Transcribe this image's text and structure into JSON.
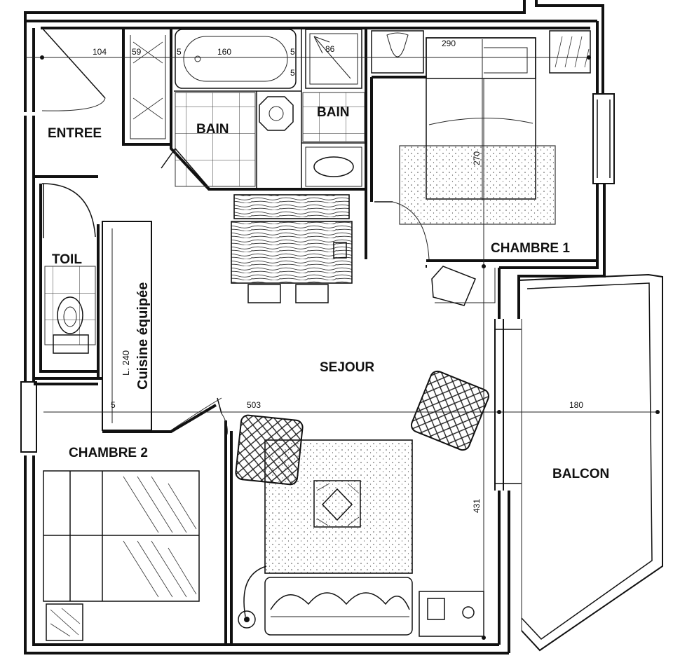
{
  "rooms": {
    "entree": "ENTREE",
    "bain_left": "BAIN",
    "bain_right": "BAIN",
    "toil": "TOIL",
    "kitchen": "Cuisine équipée",
    "kitchen_length": "L. 240",
    "sejour": "SEJOUR",
    "chambre1": "CHAMBRE 1",
    "chambre2": "CHAMBRE 2",
    "balcon": "BALCON"
  },
  "dimensions": {
    "entree_width": "104",
    "closet_width": "59",
    "bath_width": "160",
    "shower_width": "86",
    "bed1_width": "290",
    "bed1_length": "270",
    "sejour_width": "503",
    "sejour_depth": "431",
    "balcon_width": "180",
    "s_mark_1": "5",
    "s_mark_2": "5",
    "s_mark_3": "5",
    "s_mark_4": "5"
  }
}
